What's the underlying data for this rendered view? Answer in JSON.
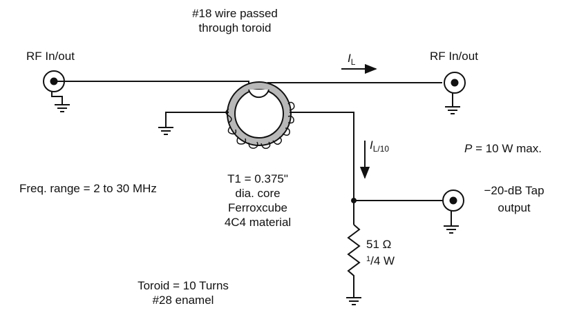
{
  "labels": {
    "rf_in_left": "RF In/out",
    "rf_in_right": "RF In/out",
    "wire_note_line1": "#18 wire passed",
    "wire_note_line2": "through toroid",
    "current_main_symbol": "I",
    "current_main_sub": "L",
    "current_tap_symbol": "I",
    "current_tap_sub": "L/10",
    "power_symbol": "P",
    "power_value": " = 10 W max.",
    "freq_range": "Freq. range = 2 to 30 MHz",
    "core_line1": "T1 = 0.375\"",
    "core_line2": "dia. core",
    "core_line3": "Ferroxcube",
    "core_line4": "4C4 material",
    "tap_line1": "−20-dB Tap",
    "tap_line2": "output",
    "resistor_value": "51 Ω",
    "resistor_power_num": "1",
    "resistor_power_rest": "/4 W",
    "toroid_line1": "Toroid = 10 Turns",
    "toroid_line2": "#28 enamel"
  },
  "colors": {
    "ink": "#111111",
    "core_fill": "#b8b8b8",
    "background": "#ffffff"
  },
  "icons": [
    "coax-connector-icon",
    "ground-icon",
    "toroid-core-icon",
    "resistor-icon",
    "arrow-icon"
  ]
}
